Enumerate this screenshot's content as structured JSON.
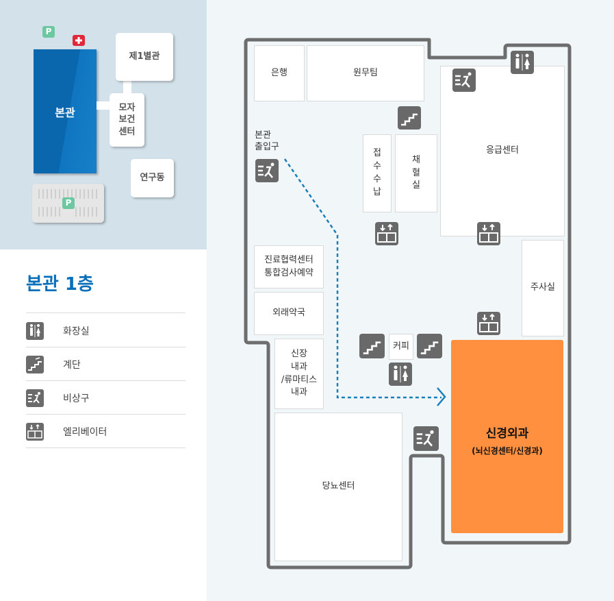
{
  "overview": {
    "main_building": "본관",
    "annex1": "제1별관",
    "maternal_center": "모자\n보건\n센터",
    "research": "연구동",
    "parking_label": "P",
    "colors": {
      "main": "#0a6fb8",
      "parking": "#6dc7a0",
      "cross": "#e0283a",
      "background": "#d3e1ea"
    }
  },
  "floor_title": "본관 1층",
  "legend": [
    {
      "icon": "restroom-icon",
      "label": "화장실"
    },
    {
      "icon": "stairs-icon",
      "label": "계단"
    },
    {
      "icon": "emergency-exit-icon",
      "label": "비상구"
    },
    {
      "icon": "elevator-icon",
      "label": "엘리베이터"
    }
  ],
  "rooms": {
    "bank": "은행",
    "staff": "원무팀",
    "reception": "접\n수\n수\n납",
    "blood": "채\n혈\n실",
    "emergency": "응급센터",
    "injection": "주사실",
    "cooperation": "진료협력센터\n통합검사예약",
    "pharmacy": "외래약국",
    "nephrology": "신장\n내과\n/류마티스\n내과",
    "coffee": "커피",
    "diabetes": "당뇨센터",
    "neurosurgery": "신경외과",
    "neurosurgery_sub": "(뇌신경센터/신경과)",
    "entrance": "본관\n출입구"
  },
  "colors": {
    "highlight": "#ff9040",
    "wall": "#6d6d6d",
    "path": "#1a7fb8",
    "title": "#0a6fb8"
  }
}
